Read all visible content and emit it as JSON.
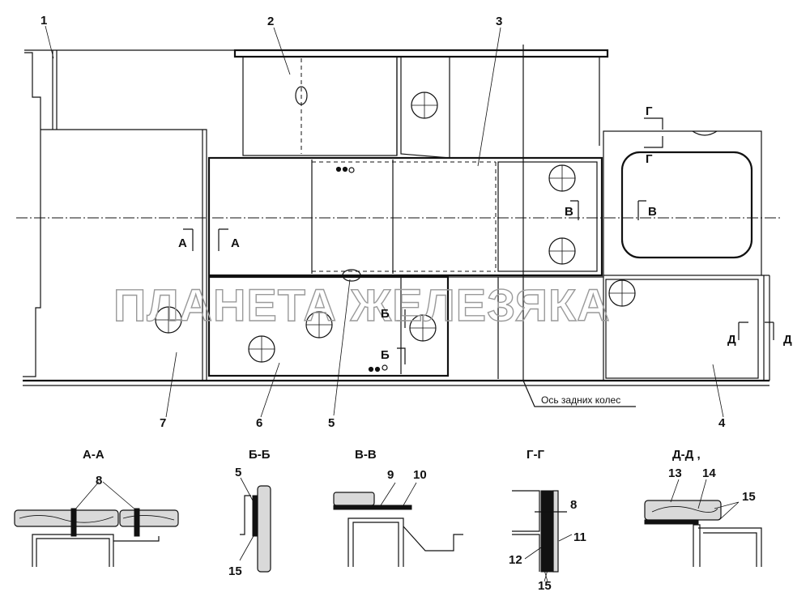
{
  "callouts": [
    "1",
    "2",
    "3",
    "4",
    "5",
    "6",
    "7"
  ],
  "section_markers": {
    "a": "А",
    "b": "Б",
    "v": "В",
    "g": "Г",
    "d": "Д"
  },
  "axis_caption": "Ось задних колес",
  "watermark": "ПЛАНЕТА ЖЕЛЕЗЯКА",
  "sections": {
    "aa": {
      "title": "А-А",
      "labels": [
        "8"
      ]
    },
    "bb": {
      "title": "Б-Б",
      "labels": [
        "5",
        "15"
      ]
    },
    "vv": {
      "title": "В-В",
      "labels": [
        "9",
        "10"
      ]
    },
    "gg": {
      "title": "Г-Г",
      "labels": [
        "8",
        "11",
        "12",
        "15"
      ]
    },
    "dd": {
      "title": "Д-Д ,",
      "labels": [
        "13",
        "14",
        "15"
      ]
    }
  }
}
